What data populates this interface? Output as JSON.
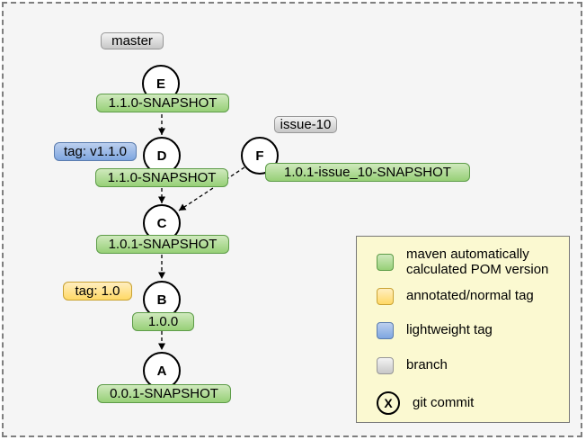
{
  "colors": {
    "canvas_bg": "#f5f5f5",
    "pom_green": "#97d077",
    "annotated_tag_yellow": "#ffd966",
    "lightweight_tag_blue": "#7ea6e0",
    "branch_gray": "#cccccc",
    "legend_bg": "#fbf9d1"
  },
  "branches": {
    "master": "master",
    "issue10": "issue-10"
  },
  "commits": {
    "a": "A",
    "b": "B",
    "c": "C",
    "d": "D",
    "e": "E",
    "f": "F"
  },
  "versions": {
    "e": "1.1.0-SNAPSHOT",
    "d": "1.1.0-SNAPSHOT",
    "f": "1.0.1-issue_10-SNAPSHOT",
    "c": "1.0.1-SNAPSHOT",
    "b": "1.0.0",
    "a": "0.0.1-SNAPSHOT"
  },
  "tags": {
    "lightweight": "tag: v1.1.0",
    "annotated": "tag: 1.0"
  },
  "legend": {
    "items": [
      {
        "label": "maven automatically\ncalculated POM version"
      },
      {
        "label": "annotated/normal tag"
      },
      {
        "label": "lightweight tag"
      },
      {
        "label": "branch"
      },
      {
        "label": "git commit",
        "symbol": "X"
      }
    ]
  }
}
